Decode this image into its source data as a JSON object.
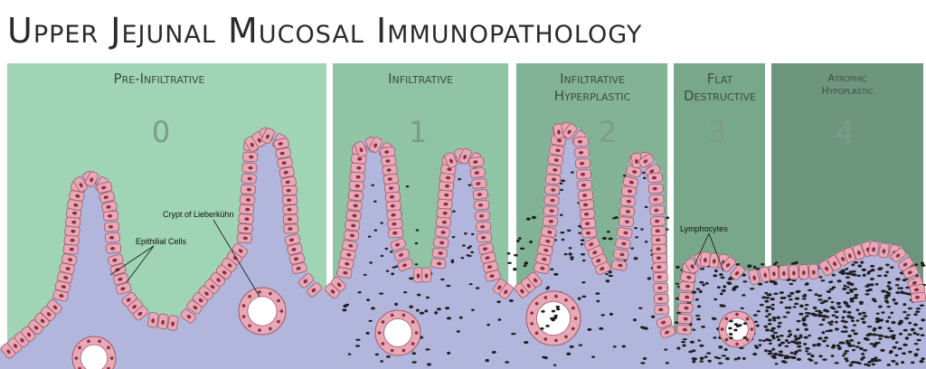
{
  "title": "Upper Jejunal Mucosal Immunopathology",
  "stages": [
    {
      "label_lines": [
        "Pre-Infiltrative"
      ],
      "number": "0",
      "color": "#9fd4b5"
    },
    {
      "label_lines": [
        "Infiltrative"
      ],
      "number": "1",
      "color": "#8fc4a5"
    },
    {
      "label_lines": [
        "Infiltrative",
        "Hyperplastic"
      ],
      "number": "2",
      "color": "#83b396"
    },
    {
      "label_lines": [
        "Flat",
        "Destructive"
      ],
      "number": "3",
      "color": "#79a78c"
    },
    {
      "label_lines": [
        "Atrophic",
        "Hypoplastic"
      ],
      "number": "4",
      "color": "#6e967e"
    }
  ],
  "annotations": {
    "crypt": "Crypt of Lieberkühn",
    "epithelial": "Epithilial Cells",
    "lymphocytes": "Lymphocytes"
  },
  "colors": {
    "mucosa": "#b3b6dc",
    "cell_fill": "#e8a8b5",
    "cell_stroke": "#9a5b68",
    "nucleus": "#8c2a45",
    "lymphocyte": "#1e1e1e"
  }
}
